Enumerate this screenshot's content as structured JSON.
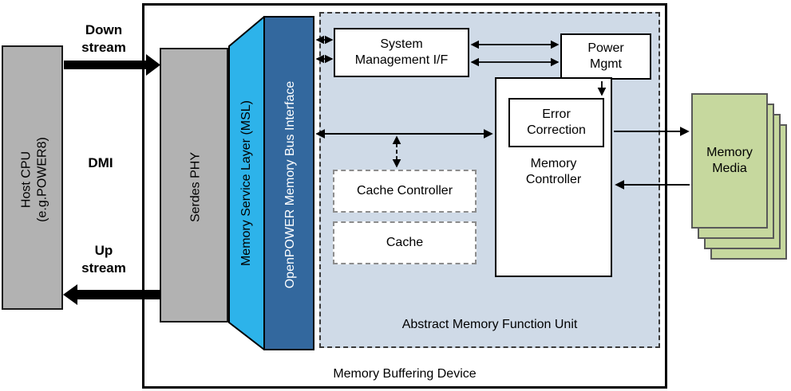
{
  "host": {
    "cpu_label": "Host CPU\n(e.g.POWER8)"
  },
  "bus": {
    "downstream": "Down\nstream",
    "dmi": "DMI",
    "upstream": "Up\nstream"
  },
  "device": {
    "title": "Memory Buffering Device",
    "serdes": "Serdes PHY",
    "msl": "Memory Service Layer (MSL)",
    "bus_interface": "OpenPOWER Memory Bus Interface"
  },
  "amfu": {
    "title": "Abstract Memory Function Unit",
    "sys_mgmt": "System\nManagement I/F",
    "power_mgmt": "Power\nMgmt",
    "error_correction": "Error\nCorrection",
    "memory_controller": "Memory\nController",
    "cache_controller": "Cache Controller",
    "cache": "Cache"
  },
  "memory_media": {
    "label": "Memory\nMedia"
  },
  "colors": {
    "host_gray": "#b2b2b2",
    "msl_cyan": "#2db3ea",
    "bus_blue": "#33689e",
    "amfu_fill": "#cfdae7",
    "media_green": "#c6d89e",
    "arrow_black": "#000000"
  }
}
